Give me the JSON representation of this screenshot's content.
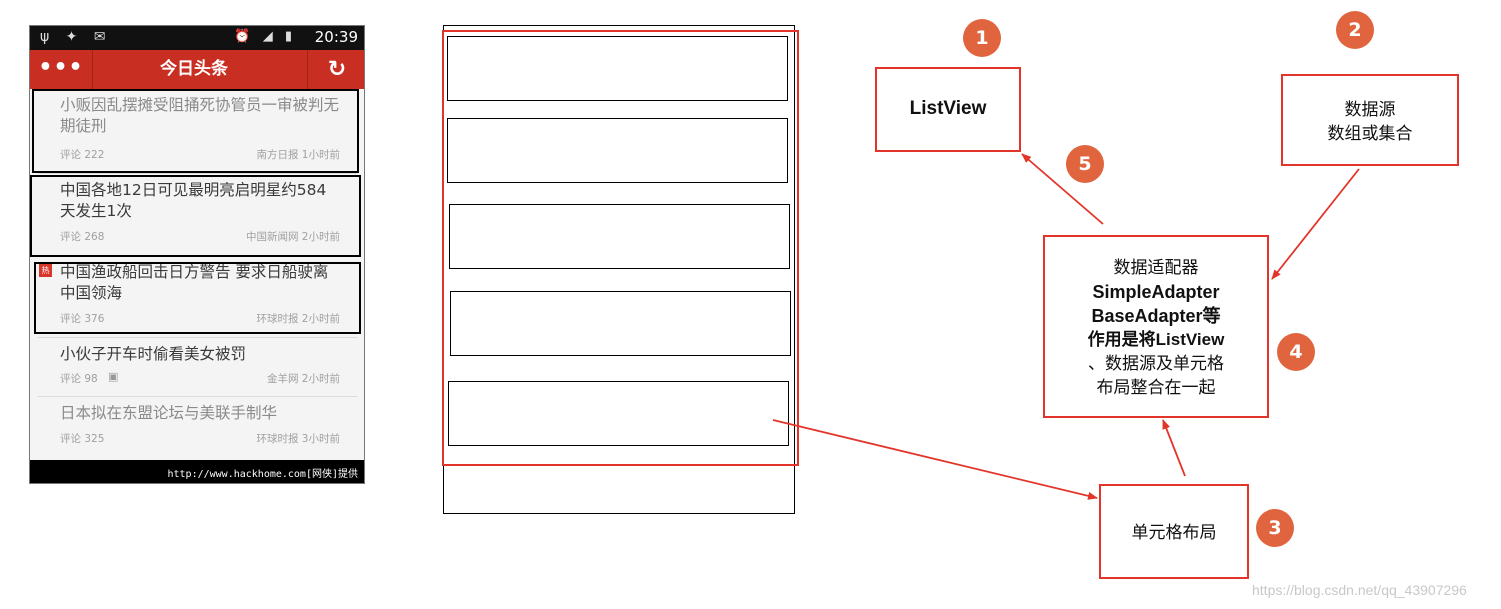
{
  "phone": {
    "status_time": "20:39",
    "menu_label": "•••",
    "app_title": "今日头条",
    "refresh_label": "↻",
    "news": [
      {
        "headline": "小贩因乱摆摊受阻捅死协管员一审被判无期徒刑",
        "comments": "评论 222",
        "source": "南方日报  1小时前",
        "hot": false
      },
      {
        "headline": "中国各地12日可见最明亮启明星约584天发生1次",
        "comments": "评论 268",
        "source": "中国新闻网  2小时前",
        "hot": false
      },
      {
        "headline": "中国渔政船回击日方警告 要求日船驶离中国领海",
        "comments": "评论 376",
        "source": "环球时报  2小时前",
        "hot": true,
        "hot_label": "热"
      },
      {
        "headline": "小伙子开车时偷看美女被罚",
        "comments": "评论 98",
        "source": "金羊网  2小时前",
        "hot": false
      },
      {
        "headline": "日本拟在东盟论坛与美联手制华",
        "comments": "评论 325",
        "source": "环球时报  3小时前",
        "hot": false
      }
    ],
    "footer_text": "http://www.hackhome.com[网侠]提供"
  },
  "diagram": {
    "listview_label": "ListView",
    "datasource_lines": [
      "数据源",
      "数组或集合"
    ],
    "adapter_lines": [
      "数据适配器",
      "SimpleAdapter",
      "BaseAdapter等",
      "作用是将ListView",
      "、数据源及单元格",
      "布局整合在一起"
    ],
    "cell_layout_label": "单元格布局",
    "steps": [
      "1",
      "2",
      "3",
      "4",
      "5"
    ]
  },
  "watermark": "https://blog.csdn.net/qq_43907296",
  "colors": {
    "red": "#e3342a",
    "step_circle": "#e0653e",
    "title_bar": "#c82e22"
  }
}
